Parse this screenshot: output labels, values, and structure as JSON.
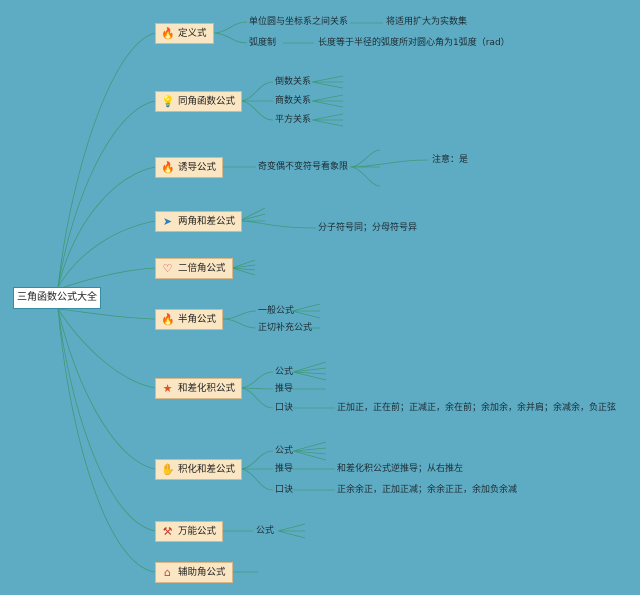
{
  "root": {
    "label": "三角函数公式大全"
  },
  "topics": [
    {
      "label": "定义式",
      "icon": "flame-icon"
    },
    {
      "label": "同角函数公式",
      "icon": "lightbulb-icon"
    },
    {
      "label": "诱导公式",
      "icon": "flame-icon"
    },
    {
      "label": "两角和差公式",
      "icon": "paper-plane-icon"
    },
    {
      "label": "二倍角公式",
      "icon": "heart-icon"
    },
    {
      "label": "半角公式",
      "icon": "flame-icon"
    },
    {
      "label": "和差化积公式",
      "icon": "star-icon"
    },
    {
      "label": "积化和差公式",
      "icon": "hand-icon"
    },
    {
      "label": "万能公式",
      "icon": "tools-icon"
    },
    {
      "label": "辅助角公式",
      "icon": "home-icon"
    }
  ],
  "nodes": {
    "def_unit_circle": "单位圆与坐标系之间关系",
    "def_extend": "将适用扩大为实数集",
    "def_radian": "弧度制",
    "def_radian_desc": "长度等于半径的弧度所对圆心角为1弧度（rad）",
    "same_reciprocal": "倒数关系",
    "same_quotient": "商数关系",
    "same_square": "平方关系",
    "induce_rule": "奇变偶不变符号看象限",
    "induce_note": "注意：是",
    "sumdiff_rule": "分子符号同；分母符号异",
    "half_general": "一般公式",
    "half_tan": "正切补充公式",
    "s2p_formula": "公式",
    "s2p_derive": "推导",
    "s2p_mnemonic": "口诀",
    "s2p_mnemonic_text": "正加正，正在前；正减正，余在前；余加余，余并肩；余减余，负正弦",
    "p2s_formula": "公式",
    "p2s_derive": "推导",
    "p2s_derive_text": "和差化积公式逆推导；从右推左",
    "p2s_mnemonic": "口诀",
    "p2s_mnemonic_text": "正余余正，正加正减；余余正正，余加负余减",
    "universal_formula": "公式"
  },
  "colors": {
    "background": "#5eacc4",
    "topic_fill": "#fbe6c3",
    "topic_border": "#d8b888",
    "branch_line": "#3e9a78"
  }
}
